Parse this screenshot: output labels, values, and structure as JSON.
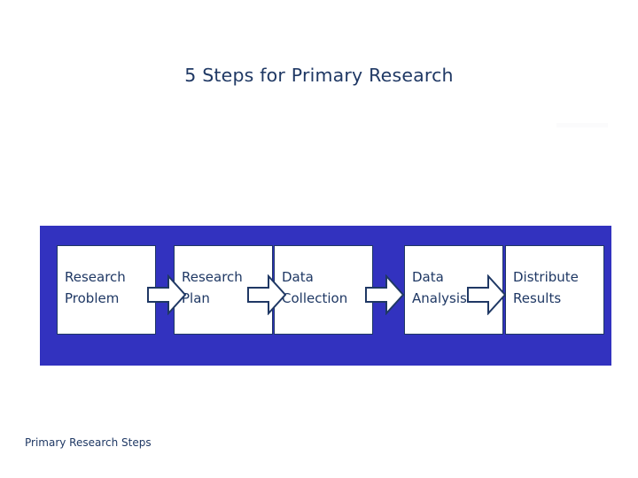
{
  "slide": {
    "title": "5 Steps for Primary Research",
    "footer": "Primary Research Steps",
    "colors": {
      "band": "#3232bf",
      "text": "#1f3864",
      "box_fill": "#ffffff",
      "box_border": "#1f3864",
      "arrow_fill": "#ffffff",
      "arrow_border": "#1f3864",
      "background": "#ffffff"
    }
  },
  "process": {
    "steps": [
      {
        "label": "Research\nProblem"
      },
      {
        "label": "Research\nPlan"
      },
      {
        "label": "Data\nCollection"
      },
      {
        "label": "Data\nAnalysis"
      },
      {
        "label": "Distribute\nResults"
      }
    ],
    "connectors": [
      {
        "name": "arrow-1"
      },
      {
        "name": "arrow-2"
      },
      {
        "name": "arrow-3"
      },
      {
        "name": "arrow-4"
      }
    ]
  }
}
